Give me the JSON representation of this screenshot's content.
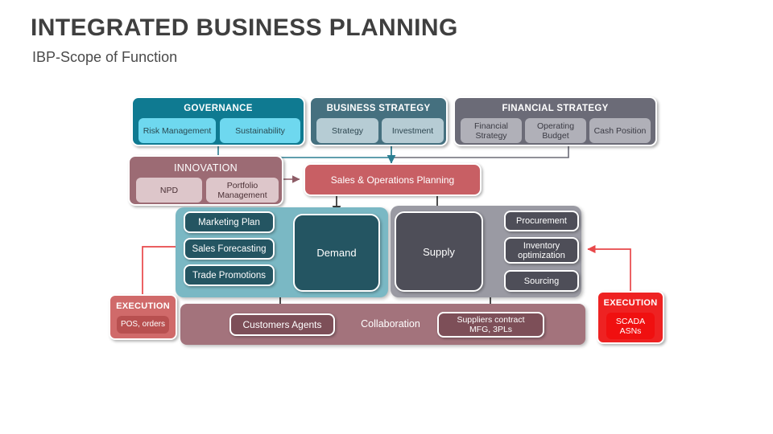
{
  "header": {
    "title": "INTEGRATED BUSINESS PLANNING",
    "subtitle": "IBP-Scope of Function"
  },
  "colors": {
    "governance": "#0f7a91",
    "governance_chip": "#6ed8ef",
    "business_strategy": "#45707f",
    "business_strategy_chip": "#b6ccd4",
    "financial_strategy": "#6b6b77",
    "financial_strategy_chip": "#b0b0b8",
    "innovation": "#9c6b74",
    "innovation_chip": "#ddc6ca",
    "sop": "#c85f64",
    "demand_panel": "#7ab8c4",
    "demand_box": "#245562",
    "supply_panel": "#9a9aa3",
    "supply_box": "#4e4e58",
    "collaboration_panel": "#a3737c",
    "collaboration_box": "#7d4f58",
    "execution_left": "#d06a6a",
    "execution_left_inner": "#b85050",
    "execution_right": "#ee2222",
    "execution_right_inner": "#f01010",
    "wire_teal": "#2c7f92",
    "wire_gray": "#6b6b77",
    "wire_dark": "#3a3a3a",
    "wire_red": "#e8484a",
    "wire_mauve": "#8d5c66"
  },
  "governance": {
    "title": "GOVERNANCE",
    "chips": [
      "Risk Management",
      "Sustainability"
    ]
  },
  "business_strategy": {
    "title": "BUSINESS STRATEGY",
    "chips": [
      "Strategy",
      "Investment"
    ]
  },
  "financial_strategy": {
    "title": "FINANCIAL STRATEGY",
    "chips": [
      "Financial Strategy",
      "Operating Budget",
      "Cash Position"
    ]
  },
  "innovation": {
    "title": "INNOVATION",
    "chips": [
      "NPD",
      "Portfolio Management"
    ]
  },
  "sop": {
    "label": "Sales & Operations Planning"
  },
  "demand": {
    "main": "Demand",
    "inputs": [
      "Marketing Plan",
      "Sales Forecasting",
      "Trade Promotions"
    ]
  },
  "supply": {
    "main": "Supply",
    "inputs": [
      "Procurement",
      "Inventory optimization",
      "Sourcing"
    ]
  },
  "collaboration": {
    "label": "Collaboration",
    "left_box": "Customers Agents",
    "right_box_line1": "Suppliers contract",
    "right_box_line2": "MFG, 3PLs"
  },
  "execution_left": {
    "title": "EXECUTION",
    "inner": "POS, orders"
  },
  "execution_right": {
    "title": "EXECUTION",
    "inner_line1": "SCADA",
    "inner_line2": "ASNs"
  }
}
